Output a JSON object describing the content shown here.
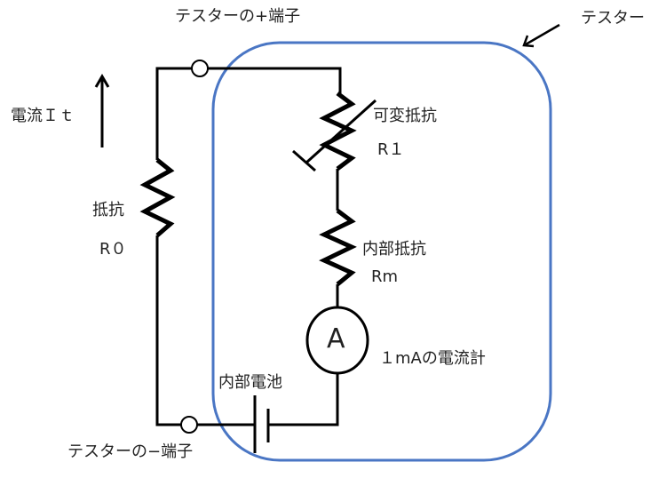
{
  "labels": {
    "plus_terminal": "テスターの+端子",
    "tester": "テスター",
    "current": "電流Ｉｔ",
    "resistor_r0_name": "抵抗",
    "resistor_r0": "R０",
    "variable_resistor_name": "可変抵抗",
    "variable_resistor": "R１",
    "internal_resistor_name": "内部抵抗",
    "internal_resistor": "Rm",
    "ammeter_symbol": "A",
    "ammeter": "１mAの電流計",
    "internal_battery": "内部電池",
    "minus_terminal": "テスターの−端子"
  },
  "colors": {
    "tester_box": "#4a76c4",
    "wire": "#000000"
  }
}
